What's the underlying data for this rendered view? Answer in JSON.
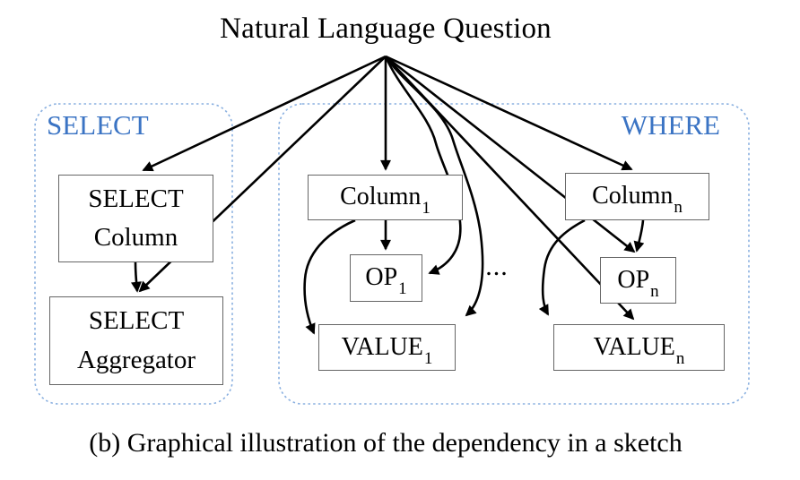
{
  "title": "Natural Language Question",
  "caption": "(b) Graphical illustration of the dependency in a sketch",
  "groups": {
    "select": {
      "label": "SELECT"
    },
    "where": {
      "label": "WHERE"
    }
  },
  "nodes": {
    "select_column": {
      "line1": "SELECT",
      "line2": "Column"
    },
    "select_aggregator": {
      "line1": "SELECT",
      "line2": "Aggregator"
    },
    "where_column_1": {
      "base": "Column",
      "sub": "1"
    },
    "op_1": {
      "base": "OP",
      "sub": "1"
    },
    "value_1": {
      "base": "VALUE",
      "sub": "1"
    },
    "where_column_n": {
      "base": "Column",
      "sub": "n"
    },
    "op_n": {
      "base": "OP",
      "sub": "n"
    },
    "value_n": {
      "base": "VALUE",
      "sub": "n"
    }
  },
  "ellipsis": "...",
  "edges": [
    {
      "from": "natural_language_question",
      "to": "select_column"
    },
    {
      "from": "natural_language_question",
      "to": "select_aggregator"
    },
    {
      "from": "natural_language_question",
      "to": "where_column_1"
    },
    {
      "from": "natural_language_question",
      "to": "op_1"
    },
    {
      "from": "natural_language_question",
      "to": "value_1"
    },
    {
      "from": "natural_language_question",
      "to": "where_column_n"
    },
    {
      "from": "natural_language_question",
      "to": "op_n"
    },
    {
      "from": "natural_language_question",
      "to": "value_n"
    },
    {
      "from": "select_column",
      "to": "select_aggregator"
    },
    {
      "from": "where_column_1",
      "to": "op_1"
    },
    {
      "from": "where_column_1",
      "to": "value_1"
    },
    {
      "from": "where_column_n",
      "to": "op_n"
    },
    {
      "from": "where_column_n",
      "to": "value_n"
    }
  ],
  "colors": {
    "label_blue": "#3b74c4",
    "group_border_blue": "#8ab0e0",
    "arrow_black": "#000000",
    "node_border_gray": "#666666"
  }
}
